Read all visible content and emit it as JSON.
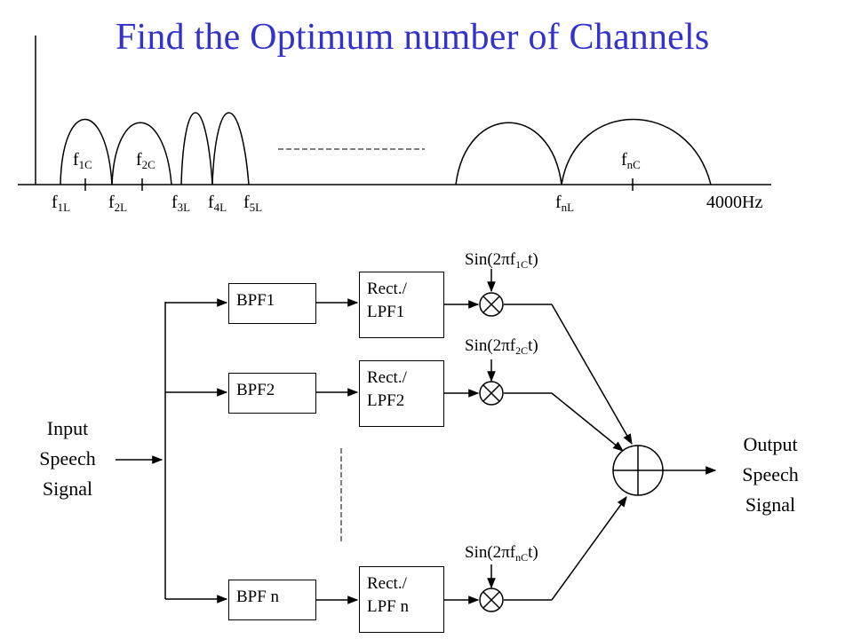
{
  "title": "Find the Optimum number of Channels",
  "spectrum": {
    "center_labels": [
      {
        "base": "f",
        "sub": "1C"
      },
      {
        "base": "f",
        "sub": "2C"
      },
      {
        "base": "f",
        "sub": "nC"
      }
    ],
    "low_labels": [
      {
        "base": "f",
        "sub": "1L"
      },
      {
        "base": "f",
        "sub": "2L"
      },
      {
        "base": "f",
        "sub": "3L"
      },
      {
        "base": "f",
        "sub": "4L"
      },
      {
        "base": "f",
        "sub": "5L"
      },
      {
        "base": "f",
        "sub": "nL"
      }
    ],
    "end_label": "4000Hz"
  },
  "block_diagram": {
    "input_label": [
      "Input",
      "Speech",
      "Signal"
    ],
    "output_label": [
      "Output",
      "Speech",
      "Signal"
    ],
    "bpf_labels": [
      "BPF1",
      "BPF2",
      "BPF n"
    ],
    "lpf_labels": [
      [
        "Rect./",
        "LPF1"
      ],
      [
        "Rect./",
        "LPF2"
      ],
      [
        "Rect./",
        "LPF n"
      ]
    ],
    "modulators": [
      {
        "prefix": "Sin(2",
        "pi": "π",
        "f": "f",
        "sub": "1C",
        "suffix": "t)"
      },
      {
        "prefix": "Sin(2",
        "pi": "π",
        "f": "f",
        "sub": "2C",
        "suffix": "t)"
      },
      {
        "prefix": "Sin(2",
        "pi": "π",
        "f": "f",
        "sub": "nC",
        "suffix": "t)"
      }
    ]
  },
  "colors": {
    "title": "#3333cc",
    "lines": "#000000"
  }
}
